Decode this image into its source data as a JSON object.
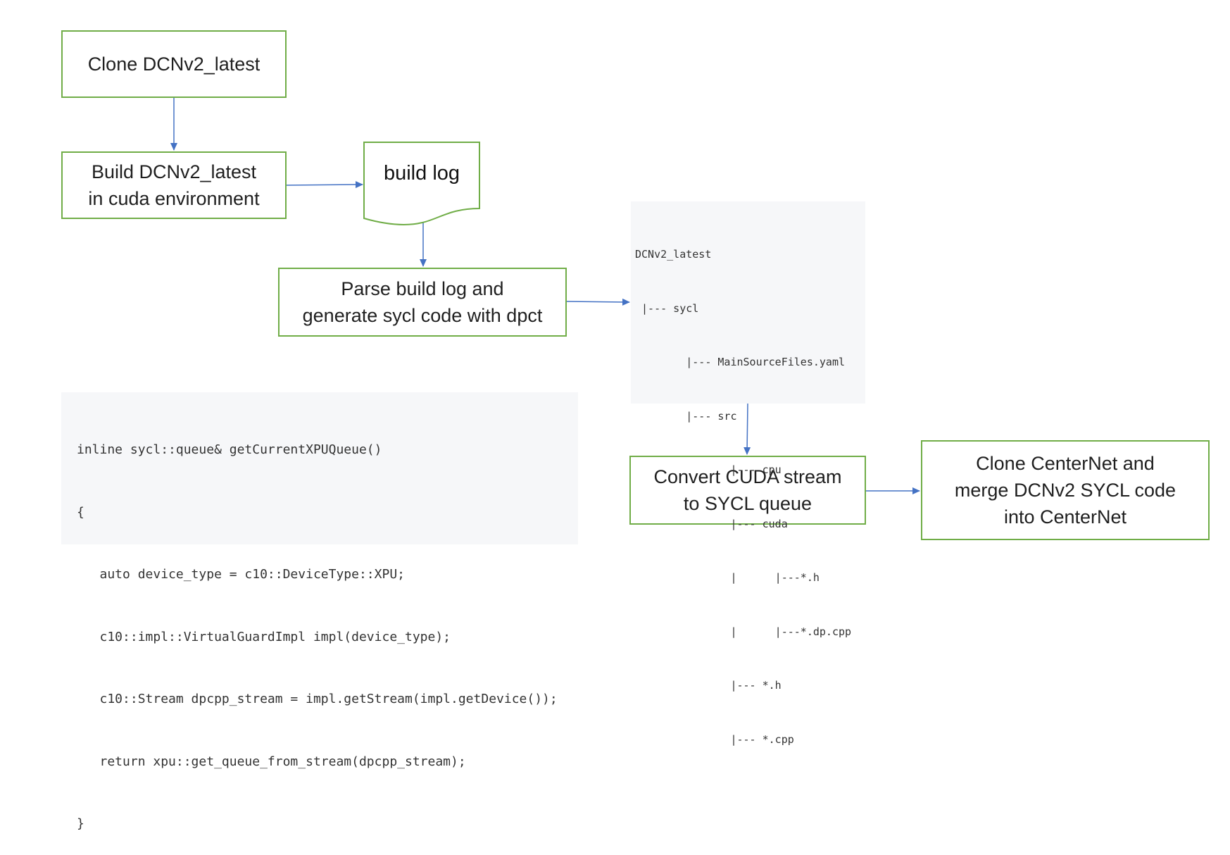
{
  "colors": {
    "box_border": "#70ad47",
    "arrow": "#4472c4",
    "panel_bg": "#f6f7f9",
    "text": "#1f1f1f"
  },
  "nodes": {
    "clone_dcn": {
      "lines": [
        "Clone DCNv2_latest"
      ]
    },
    "build_dcn": {
      "lines": [
        "Build DCNv2_latest",
        "in cuda environment"
      ]
    },
    "build_log": {
      "label": "build log",
      "shape": "document"
    },
    "parse_log": {
      "lines": [
        "Parse build log and",
        "generate sycl code with dpct"
      ]
    },
    "convert_stream": {
      "lines": [
        "Convert CUDA stream",
        "to SYCL queue"
      ]
    },
    "clone_centernet": {
      "lines": [
        "Clone CenterNet and",
        "merge DCNv2 SYCL code",
        "into CenterNet"
      ]
    }
  },
  "file_tree": {
    "lines": [
      "DCNv2_latest",
      " |--- sycl",
      "        |--- MainSourceFiles.yaml",
      "        |--- src",
      "               |--- cpu",
      "               |--- cuda",
      "               |      |---*.h",
      "               |      |---*.dp.cpp",
      "               |--- *.h",
      "               |--- *.cpp"
    ]
  },
  "code_snippet": {
    "lines": [
      "inline sycl::queue& getCurrentXPUQueue()",
      "{",
      "   auto device_type = c10::DeviceType::XPU;",
      "   c10::impl::VirtualGuardImpl impl(device_type);",
      "   c10::Stream dpcpp_stream = impl.getStream(impl.getDevice());",
      "   return xpu::get_queue_from_stream(dpcpp_stream);",
      "}"
    ]
  },
  "edges": [
    {
      "from": "clone_dcn",
      "to": "build_dcn"
    },
    {
      "from": "build_dcn",
      "to": "build_log"
    },
    {
      "from": "build_log",
      "to": "parse_log"
    },
    {
      "from": "parse_log",
      "to": "file_tree"
    },
    {
      "from": "file_tree",
      "to": "convert_stream"
    },
    {
      "from": "convert_stream",
      "to": "clone_centernet"
    }
  ]
}
